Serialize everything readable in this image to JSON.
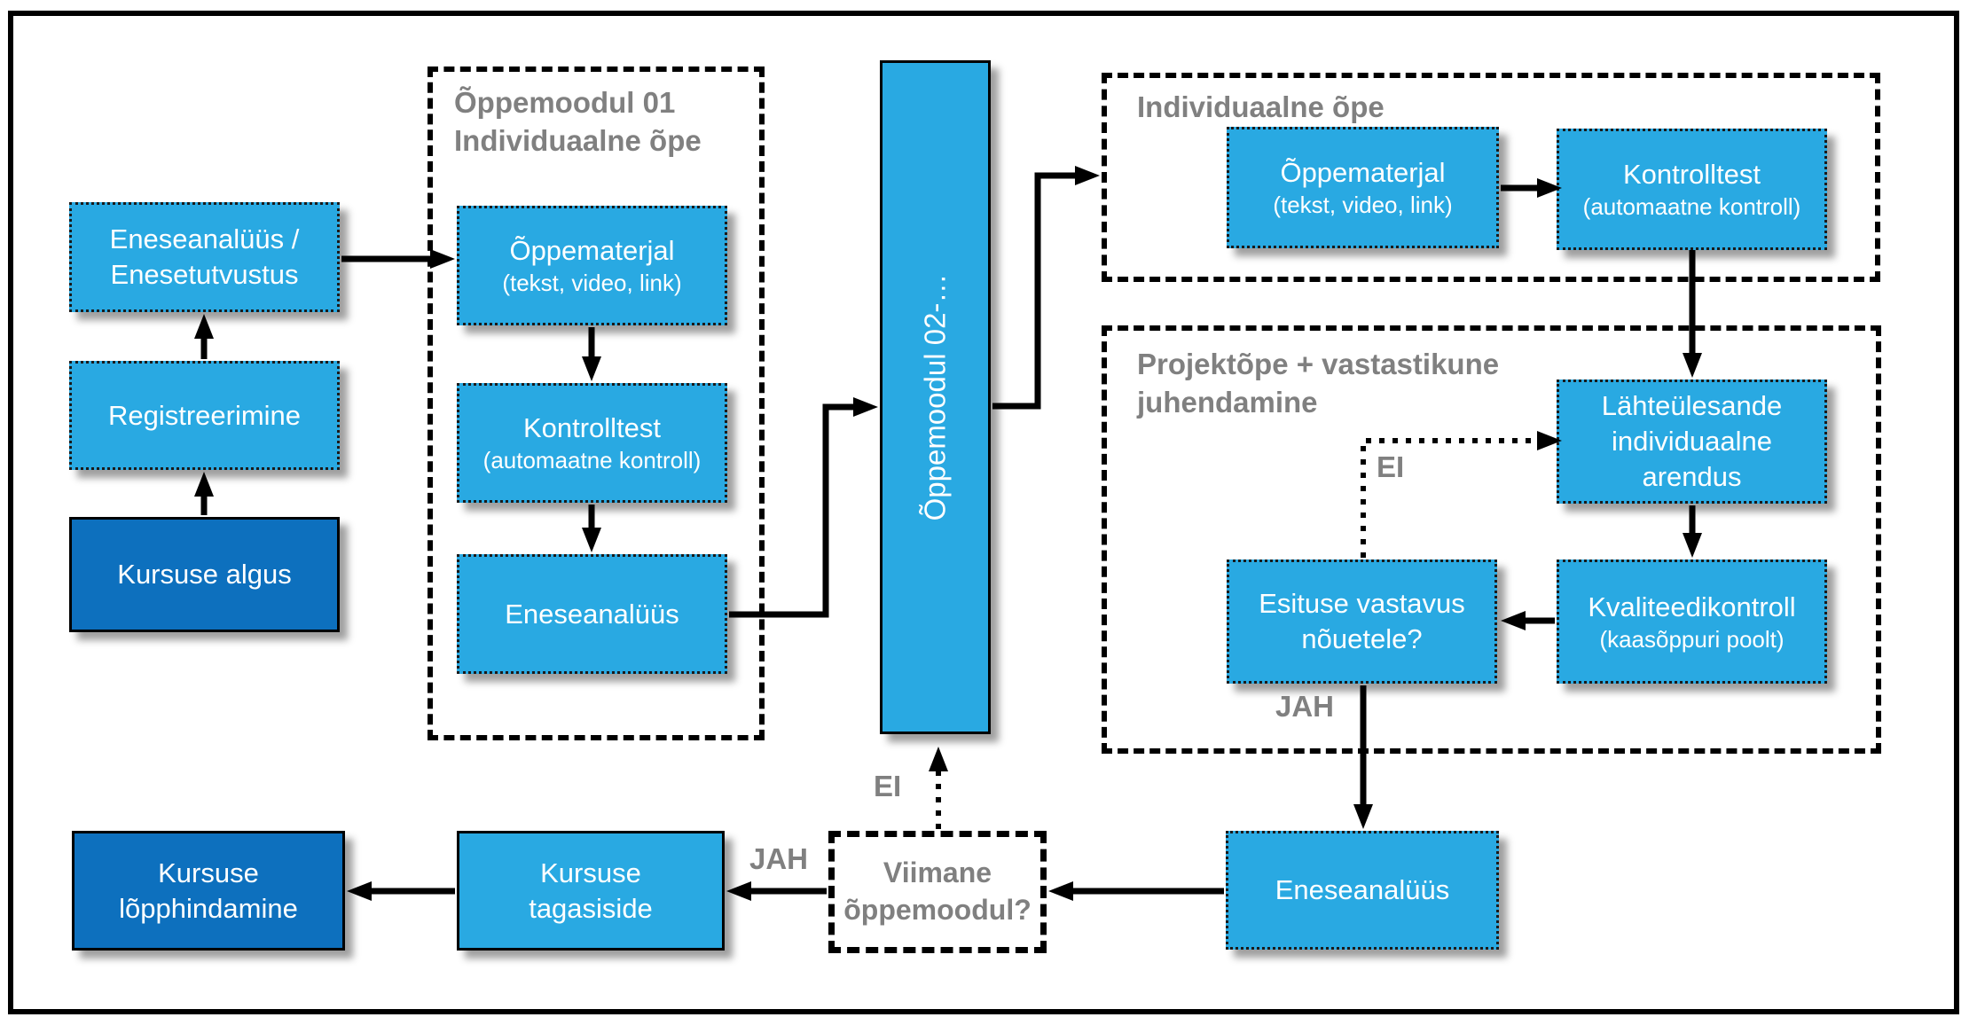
{
  "colors": {
    "light_blue": "#29A9E2",
    "dark_blue": "#0D70BE",
    "gray_text": "#808080",
    "line_black": "#000000"
  },
  "containers": {
    "module01": {
      "title_line1": "Õppemoodul 01",
      "title_line2": "Individuaalne õpe"
    },
    "individual": {
      "title": "Individuaalne õpe"
    },
    "project": {
      "title_line1": "Projektõpe + vastastikune",
      "title_line2": "juhendamine"
    }
  },
  "boxes": {
    "eneseanalyys_enesetutvustus": "Eneseanalüüs / Enesetutvustus",
    "registreerimine": "Registreerimine",
    "kursuse_algus": "Kursuse algus",
    "oppematerjal01": {
      "title": "Õppematerjal",
      "subtitle": "(tekst, video, link)"
    },
    "kontrolltest01": {
      "title": "Kontrolltest",
      "subtitle": "(automaatne kontroll)"
    },
    "eneseanalyys01": "Eneseanalüüs",
    "oppemoodul02": "Õppemoodul 02-…",
    "oppematerjal02": {
      "title": "Õppematerjal",
      "subtitle": "(tekst, video, link)"
    },
    "kontrolltest02": {
      "title": "Kontrolltest",
      "subtitle": "(automaatne kontroll)"
    },
    "lahteylesande": "Lähteülesande individuaalne arendus",
    "kvaliteedikontroll": {
      "title": "Kvaliteedikontroll",
      "subtitle": "(kaasõppuri poolt)"
    },
    "esituse_vastavus": "Esituse vastavus nõuetele?",
    "eneseanalyys_bottom": "Eneseanalüüs",
    "viimane_oppemoodul": "Viimane õppemoodul?",
    "kursuse_tagasiside": "Kursuse tagasiside",
    "kursuse_lopphindamine": "Kursuse lõpphindamine"
  },
  "edge_labels": {
    "jah_bottom": "JAH",
    "ei_bottom": "EI",
    "jah_project": "JAH",
    "ei_project": "EI"
  }
}
